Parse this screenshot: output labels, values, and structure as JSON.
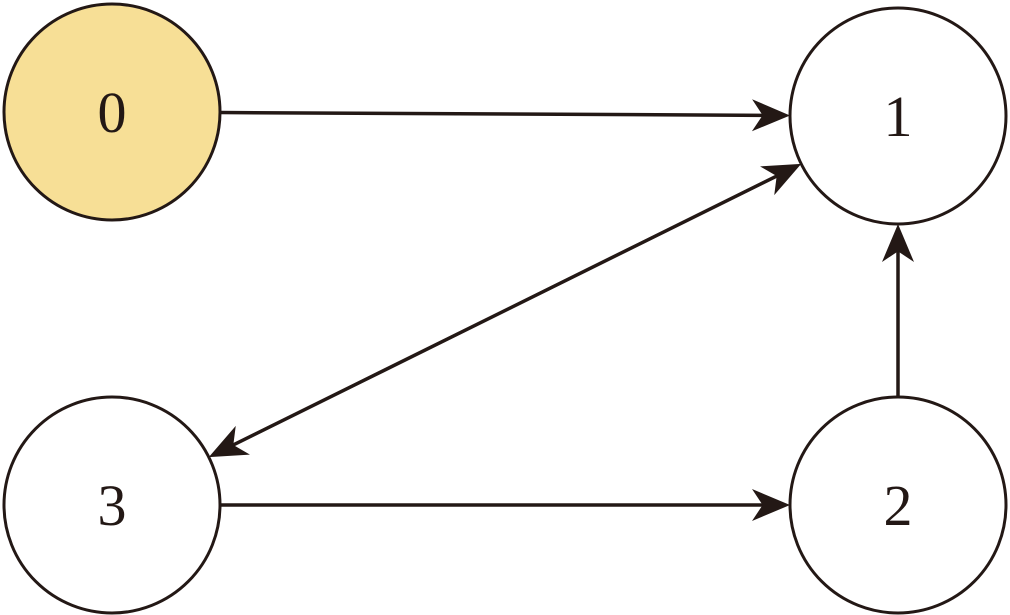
{
  "colors": {
    "stroke": "#231815",
    "default_fill": "#ffffff",
    "highlight_fill": "#f7df96",
    "text": "#231815"
  },
  "nodes": [
    {
      "id": "0",
      "label": "0",
      "highlighted": true
    },
    {
      "id": "1",
      "label": "1",
      "highlighted": false
    },
    {
      "id": "2",
      "label": "2",
      "highlighted": false
    },
    {
      "id": "3",
      "label": "3",
      "highlighted": false
    }
  ],
  "edges": [
    {
      "from": "0",
      "to": "1",
      "bidirectional": false
    },
    {
      "from": "3",
      "to": "2",
      "bidirectional": false
    },
    {
      "from": "2",
      "to": "1",
      "bidirectional": false
    },
    {
      "from": "1",
      "to": "3",
      "bidirectional": true
    }
  ]
}
